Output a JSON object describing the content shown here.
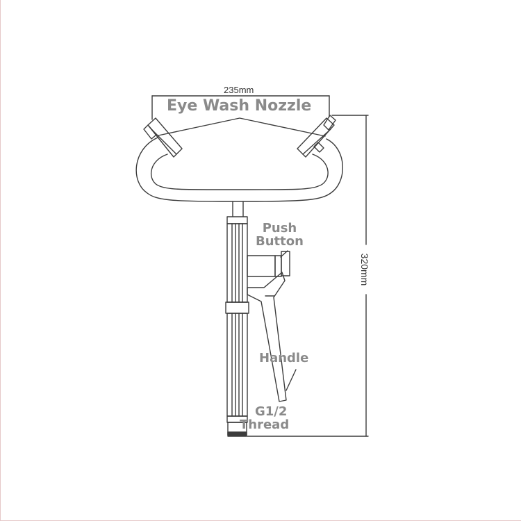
{
  "dimensions": {
    "width": "235mm",
    "height": "320mm"
  },
  "labels": {
    "nozzle": "Eye Wash Nozzle",
    "push_button_line1": "Push",
    "push_button_line2": "Button",
    "handle": "Handle",
    "thread_line1": "G1/2",
    "thread_line2": "Thread"
  },
  "colors": {
    "line": "#3c3c3c",
    "label": "#8a8a8a",
    "dimension": "#333333"
  }
}
